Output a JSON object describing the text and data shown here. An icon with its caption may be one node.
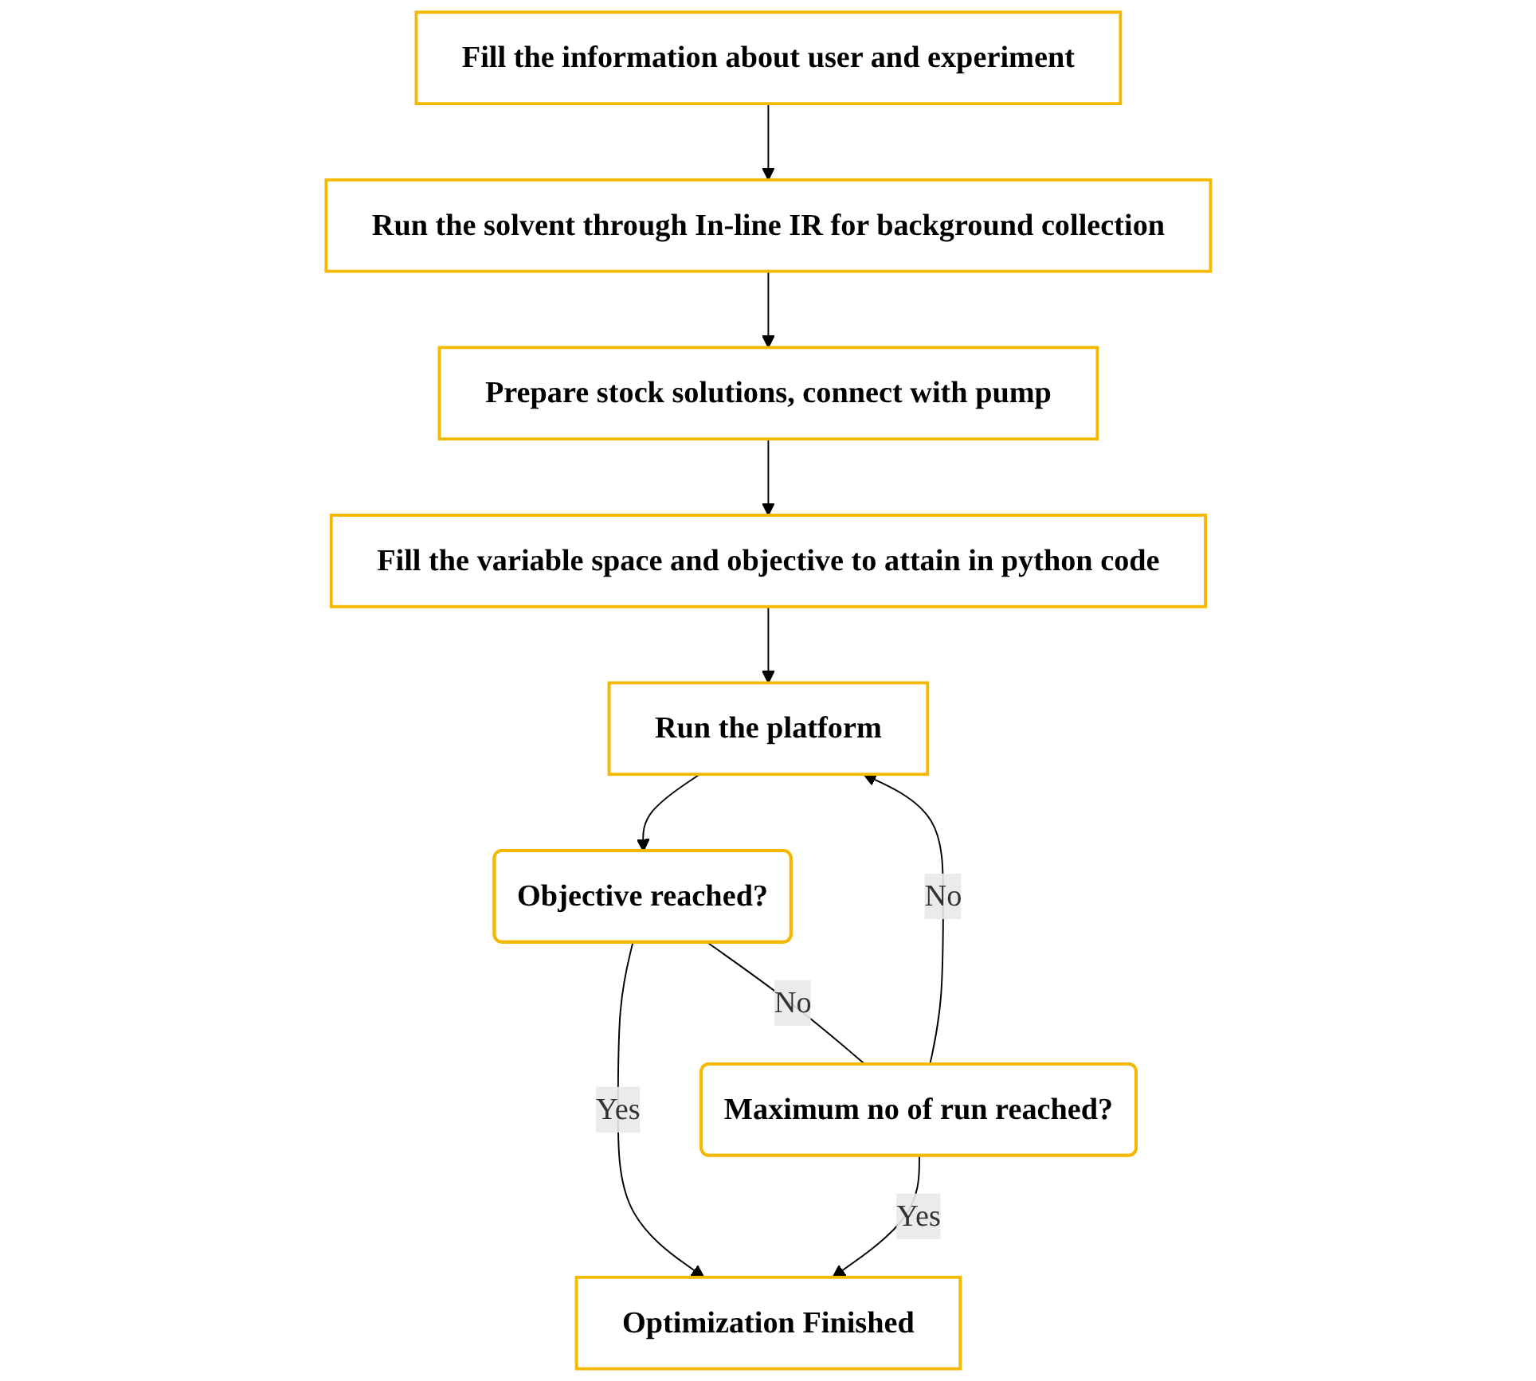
{
  "diagram": {
    "nodes": [
      {
        "text": [
          "Fill the information about user and experiment"
        ]
      },
      {
        "text": [
          "Run the solvent through In-line IR for background collection"
        ]
      },
      {
        "text": [
          "Prepare stock solutions, connect with pump"
        ]
      },
      {
        "text": [
          "Fill the variable space and objective to attain in python code"
        ]
      },
      {
        "text": [
          "Run the platform"
        ]
      },
      {
        "text": [
          "Objective reached?"
        ]
      },
      {
        "text": [
          "Maximum no of run reached?"
        ]
      },
      {
        "text": [
          "Optimization Finished"
        ]
      }
    ],
    "edges": [
      {
        "from": 0,
        "to": 1,
        "arrow": "to"
      },
      {
        "from": 1,
        "to": 2,
        "arrow": "to"
      },
      {
        "from": 2,
        "to": 3,
        "arrow": "to"
      },
      {
        "from": 3,
        "to": 4,
        "arrow": "to"
      },
      {
        "from": 4,
        "to": 5,
        "arrow": "to"
      },
      {
        "from": 5,
        "to": 6,
        "arrow": "none",
        "label": "No"
      },
      {
        "from": 6,
        "to": 4,
        "arrow": "to",
        "label": "No"
      },
      {
        "from": 5,
        "to": 7,
        "arrow": "to",
        "label": "Yes"
      },
      {
        "from": 6,
        "to": 7,
        "arrow": "to",
        "label": "Yes"
      }
    ]
  }
}
